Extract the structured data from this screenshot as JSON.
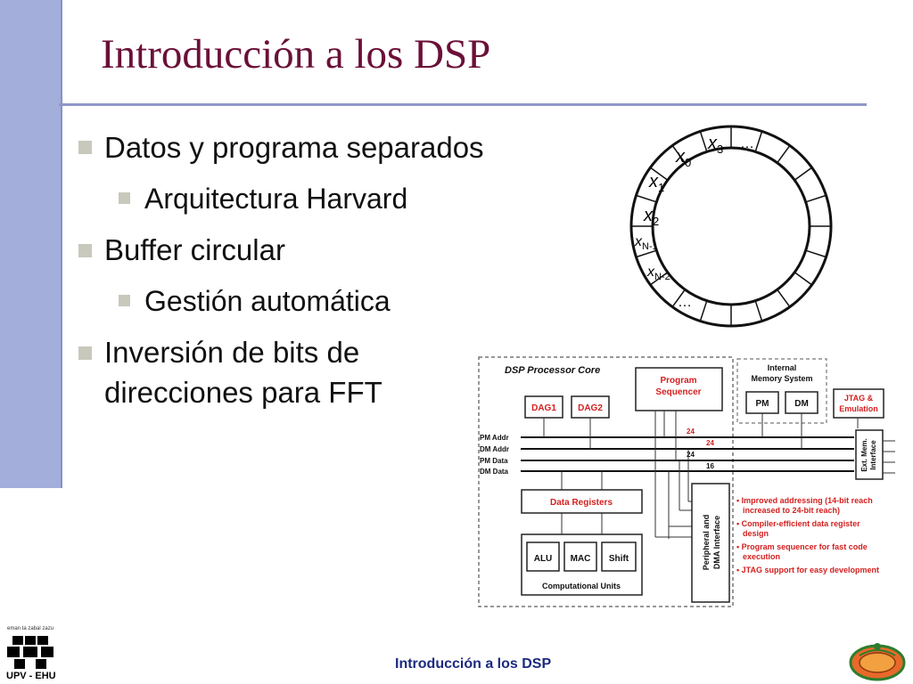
{
  "slide": {
    "title": "Introducción a los DSP",
    "bullets": [
      {
        "text": "Datos y programa separados",
        "level": 1
      },
      {
        "text": "Arquitectura Harvard",
        "level": 2
      },
      {
        "text": "Buffer circular",
        "level": 1
      },
      {
        "text": "Gestión automática",
        "level": 2
      },
      {
        "text": "Inversión de bits de",
        "level": 1
      },
      {
        "text": "direcciones para FFT",
        "level": 1
      }
    ]
  },
  "buffer_diagram": {
    "labels": [
      "x",
      "1",
      "x",
      "0",
      "x",
      "2",
      "x",
      "3",
      "…",
      "x",
      "N-1",
      "x",
      "N-2",
      "…"
    ]
  },
  "processor_diagram": {
    "core_title": "DSP Processor Core",
    "program_sequencer": [
      "Program",
      "Sequencer"
    ],
    "dag1": "DAG1",
    "dag2": "DAG2",
    "internal_memory": [
      "Internal",
      "Memory System"
    ],
    "pm": "PM",
    "dm": "DM",
    "jtag": [
      "JTAG &",
      "Emulation"
    ],
    "buses": [
      "PM Addr",
      "DM Addr",
      "PM Data",
      "DM Data"
    ],
    "bus_widths": [
      "24",
      "24",
      "24",
      "16"
    ],
    "ext_mem": [
      "Ext. Mem.",
      "Interface"
    ],
    "data_registers": "Data Registers",
    "alu": "ALU",
    "mac": "MAC",
    "shift": "Shift",
    "computational_units": "Computational Units",
    "peripheral": [
      "Peripheral and",
      "DMA Interface"
    ],
    "features": [
      "• Improved addressing (14-bit reach",
      "increased to 24-bit reach)",
      "• Compiler-efficient data register",
      "design",
      "• Program sequencer for fast code",
      "execution",
      "• JTAG support for easy development"
    ]
  },
  "footer": {
    "text": "Introducción a los DSP",
    "logo_tagline": "eman ta zabal zazu",
    "logo_label": "UPV - EHU"
  },
  "colors": {
    "title": "#6b1038",
    "sidebar": "#a4aedb",
    "footer_text": "#1c2a80",
    "diagram_red": "#d42020"
  }
}
